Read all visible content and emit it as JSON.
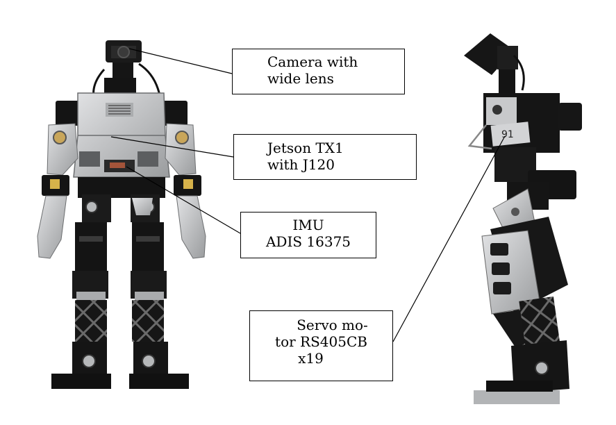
{
  "callouts": {
    "camera": {
      "line1": "Camera with",
      "line2": "wide lens"
    },
    "jetson": {
      "line1": "Jetson TX1",
      "line2": "with J120"
    },
    "imu": {
      "line1": "IMU",
      "line2": "ADIS 16375"
    },
    "servo": {
      "line1": "Servo mo-",
      "line2": "tor RS405CB",
      "line3": "x19"
    }
  },
  "colors": {
    "frame_black": "#141414",
    "aluminum": "#c4c6c8",
    "aluminum_dark": "#8e9092",
    "servo_tan": "#b59a5e",
    "gold_label": "#d6b24a"
  }
}
